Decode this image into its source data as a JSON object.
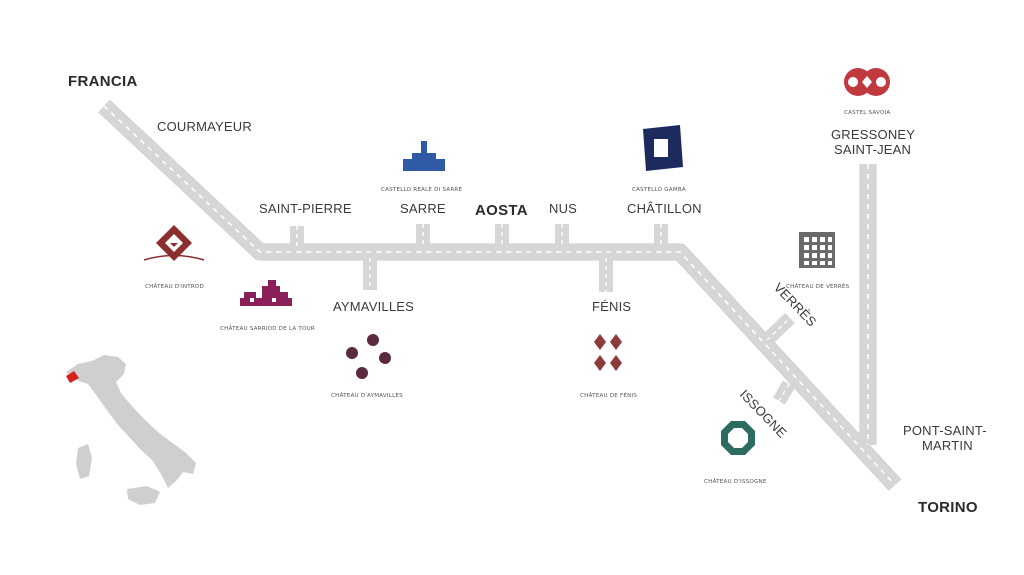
{
  "labels": {
    "francia": "FRANCIA",
    "torino": "TORINO",
    "courmayeur": "COURMAYEUR",
    "saint_pierre": "SAINT-PIERRE",
    "sarre": "SARRE",
    "aosta": "AOSTA",
    "nus": "NUS",
    "chatillon": "CHÂTILLON",
    "aymavilles": "AYMAVILLES",
    "fenis": "FÉNIS",
    "verres": "VERRÈS",
    "issogne": "ISSOGNE",
    "gressoney_1": "GRESSONEY",
    "gressoney_2": "SAINT-JEAN",
    "pont_1": "PONT-SAINT-",
    "pont_2": "MARTIN"
  },
  "castles": {
    "introd": "CHÂTEAU D'INTROD",
    "sarriod": "CHÂTEAU SARRIOD DE LA TOUR",
    "aymavilles": "CHÂTEAU D'AYMAVILLES",
    "reale_sarre": "CASTELLO REALE DI SARRE",
    "gamba": "CASTELLO GAMBA",
    "fenis": "CHÂTEAU DE FÉNIS",
    "verres": "CHÂTEAU DE VERRÈS",
    "issogne": "CHÂTEAU D'ISSOGNE",
    "savoia": "CASTEL SAVOIA"
  },
  "icons": {
    "introd": "introd-diamond-icon",
    "sarriod": "sarriod-pixel-tower-icon",
    "aymavilles": "aymavilles-dots-icon",
    "reale_sarre": "sarre-palace-icon",
    "gamba": "gamba-square-icon",
    "fenis": "fenis-diamonds-icon",
    "verres": "verres-grid-icon",
    "issogne": "issogne-octagon-icon",
    "savoia": "savoia-emblem-icon",
    "italy": "italy-map-icon"
  },
  "colors": {
    "road": "#d6d6d6",
    "introd": "#8b2e2e",
    "sarriod": "#8a1f5a",
    "aymavilles": "#5a2a40",
    "reale_sarre": "#2f5aa6",
    "gamba": "#1d2a5e",
    "fenis": "#8c3a3a",
    "verres": "#6a6a6a",
    "issogne": "#2c6b5f",
    "savoia": "#c0393f",
    "italy": "#cfcfcf",
    "valle_aosta": "#d62020"
  }
}
